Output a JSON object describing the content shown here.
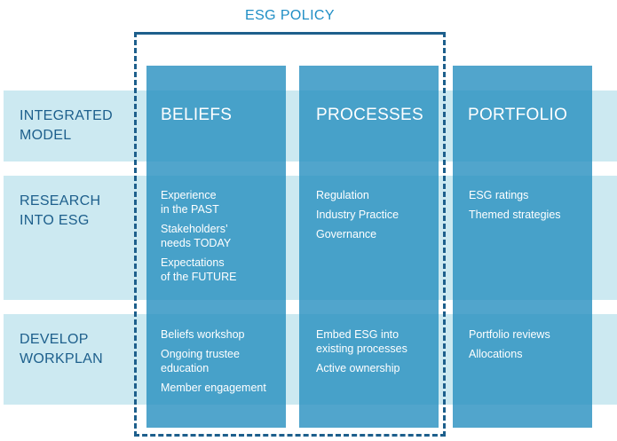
{
  "policy": {
    "title": "ESG POLICY"
  },
  "colors": {
    "band": "#cce9f1",
    "column": "#268fbf",
    "label_text": "#1d5f8c",
    "policy_title": "#1f8ec5",
    "policy_border": "#1d5f8c"
  },
  "rows": [
    {
      "label": "INTEGRATED\nMODEL"
    },
    {
      "label": "RESEARCH\nINTO ESG"
    },
    {
      "label": "DEVELOP\nWORKPLAN"
    }
  ],
  "columns": [
    {
      "title": "BELIEFS",
      "research": [
        "Experience\nin the PAST",
        "Stakeholders’\nneeds TODAY",
        "Expectations\nof the FUTURE"
      ],
      "workplan": [
        "Beliefs workshop",
        "Ongoing trustee\neducation",
        "Member engagement"
      ]
    },
    {
      "title": "PROCESSES",
      "research": [
        "Regulation",
        "Industry Practice",
        "Governance"
      ],
      "workplan": [
        "Embed ESG into\nexisting processes",
        "Active ownership"
      ]
    },
    {
      "title": "PORTFOLIO",
      "research": [
        "ESG ratings",
        "Themed strategies"
      ],
      "workplan": [
        "Portfolio reviews",
        "Allocations"
      ]
    }
  ]
}
